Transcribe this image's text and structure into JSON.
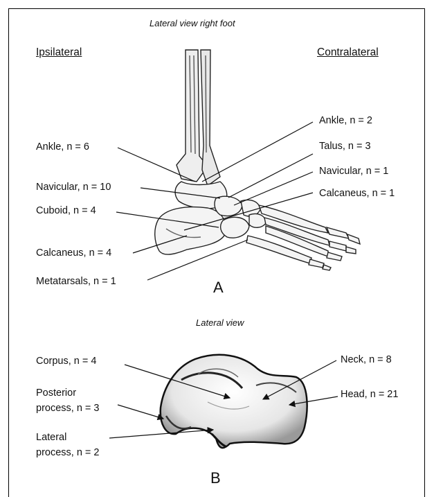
{
  "panel_a": {
    "title": "Lateral view right foot",
    "left_heading": "Ipsilateral",
    "right_heading": "Contralateral",
    "left_labels": {
      "ankle": "Ankle, n = 6",
      "navicular": "Navicular, n = 10",
      "cuboid": "Cuboid, n = 4",
      "calcaneus": "Calcaneus, n = 4",
      "metatarsals": "Metatarsals, n = 1"
    },
    "right_labels": {
      "ankle": "Ankle, n = 2",
      "talus": "Talus, n = 3",
      "navicular": "Navicular, n = 1",
      "calcaneus": "Calcaneus, n = 1"
    },
    "panel_letter": "A"
  },
  "panel_b": {
    "title": "Lateral view",
    "labels": {
      "corpus": "Corpus, n = 4",
      "posterior_process_line1": "Posterior",
      "posterior_process_line2": "process, n = 3",
      "lateral_process_line1": "Lateral",
      "lateral_process_line2": "process, n = 2",
      "neck": "Neck, n = 8",
      "head": "Head, n = 21"
    },
    "panel_letter": "B"
  }
}
